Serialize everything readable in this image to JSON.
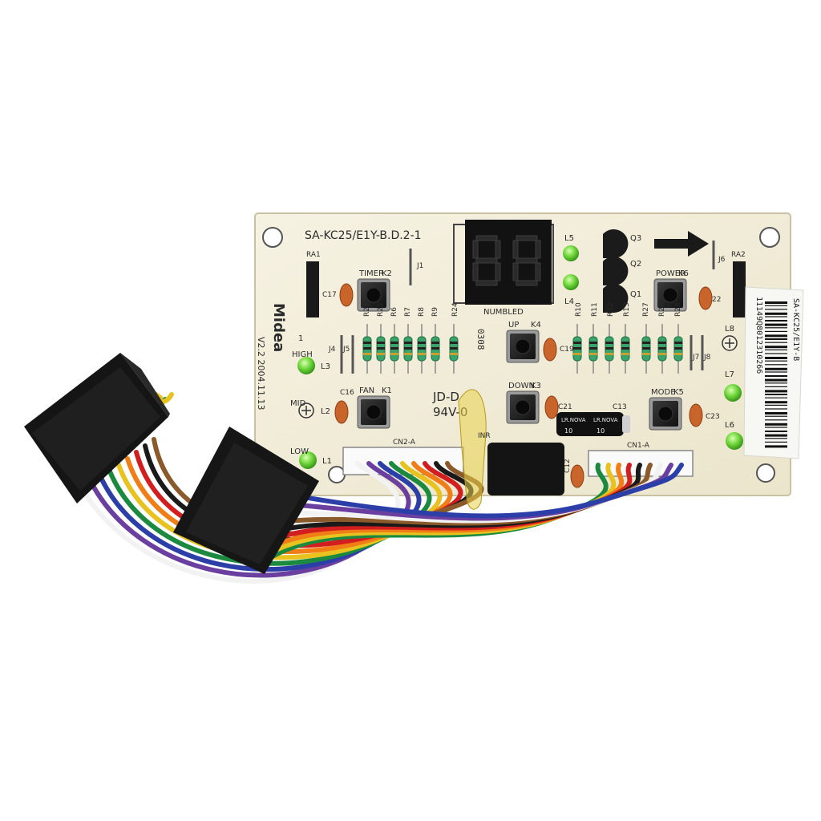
{
  "board": {
    "model": "SA-KC25/E1Y-B.D.2-1",
    "brand": "Midea",
    "version": "V2.2 2004.11.13",
    "certification": "JD-D",
    "flame_rating": "94V-0",
    "display_label": "NUMBLED",
    "display_code": "0308"
  },
  "buttons": [
    {
      "label": "TIMER",
      "ref": "K2"
    },
    {
      "label": "FAN",
      "ref": "K1"
    },
    {
      "label": "UP",
      "ref": "K4"
    },
    {
      "label": "DOWN",
      "ref": "K3"
    },
    {
      "label": "POWER",
      "ref": "K6"
    },
    {
      "label": "MODE",
      "ref": "K5"
    }
  ],
  "leds": {
    "l1": "L1",
    "l2": "L2",
    "l3": "L3",
    "l4": "L4",
    "l5": "L5",
    "l6": "L6",
    "l7": "L7",
    "l8": "L8",
    "high": "HIGH",
    "mid": "MID",
    "low": "LOW",
    "one": "1"
  },
  "components": {
    "ra1": "RA1",
    "ra2": "RA2",
    "j1": "J1",
    "j4": "J4",
    "j5": "J5",
    "j6": "J6",
    "j7": "J7",
    "j8": "J8",
    "c12": "C12",
    "c13": "C13",
    "c16": "C16",
    "c17": "C17",
    "c19": "C19",
    "c21": "C21",
    "c22": "22",
    "c23": "C23",
    "q1": "Q1",
    "q2": "Q2",
    "q3": "Q3",
    "r10": "R10",
    "r11": "R11",
    "r12": "R12",
    "r13": "R13",
    "r20": "R21",
    "r22": "R22",
    "r6": "R6",
    "r7": "R7",
    "r8": "R8",
    "r9": "R9",
    "r24": "R24",
    "r27": "R27",
    "r26": "R26",
    "r28": "R28",
    "cn2": "CN2-A",
    "cn1": "CN1-A",
    "inr": "INR",
    "cap_brand": "LR.NOVA",
    "cap_value": "10"
  },
  "sticker": {
    "line1": "SA-KC25/E1Y-B",
    "line2": "11149Q8012310266"
  },
  "colors": {
    "pcb": "#f3efdc",
    "connector": "#151515",
    "led": "#6fd63a"
  },
  "wire_colors": [
    "#f2f2f2",
    "#6a3fa0",
    "#2c3fa8",
    "#1b8a3f",
    "#e8c320",
    "#f07d16",
    "#d21e1e",
    "#1a1a1a",
    "#8a5a2b"
  ]
}
